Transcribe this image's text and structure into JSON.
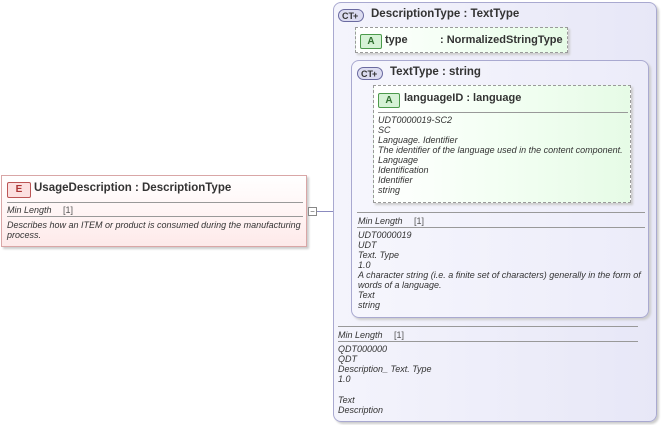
{
  "element": {
    "badge": "E",
    "title": "UsageDescription : DescriptionType",
    "min_length_label": "Min Length",
    "min_length_value": "[1]",
    "description_line1": "Describes how an ITEM or product is consumed during the manufacturing",
    "description_line2": "process."
  },
  "outer_type": {
    "badge": "CT",
    "title": "DescriptionType : TextType",
    "attribute": {
      "badge": "A",
      "name": "type",
      "type": ": NormalizedStringType"
    },
    "min_length_label": "Min Length",
    "min_length_value": "[1]",
    "doc_lines": [
      "QDT000000",
      "QDT",
      "Description_ Text. Type",
      "1.0",
      "",
      "Text",
      "Description"
    ]
  },
  "inner_type": {
    "badge": "CT",
    "title": "TextType : string",
    "attribute": {
      "badge": "A",
      "title": "languageID : language",
      "doc_lines": [
        "UDT0000019-SC2",
        "SC",
        "Language. Identifier",
        "The identifier of the language used in the content component.",
        "Language",
        "Identification",
        "Identifier",
        "string"
      ]
    },
    "min_length_label": "Min Length",
    "min_length_value": "[1]",
    "doc_lines": [
      "UDT0000019",
      "UDT",
      "Text. Type",
      "1.0",
      "A character string (i.e. a finite set of characters) generally in the form of",
      "words of a language.",
      "Text",
      "string"
    ]
  },
  "icons": {
    "collapse": "minus-icon",
    "ct_expand": "plus-icon"
  },
  "colors": {
    "element_border": "#d9a6a6",
    "complex_type_border": "#a9a9d0",
    "attribute_fill": "#e6fbe6",
    "connector": "#8b8bbf"
  }
}
